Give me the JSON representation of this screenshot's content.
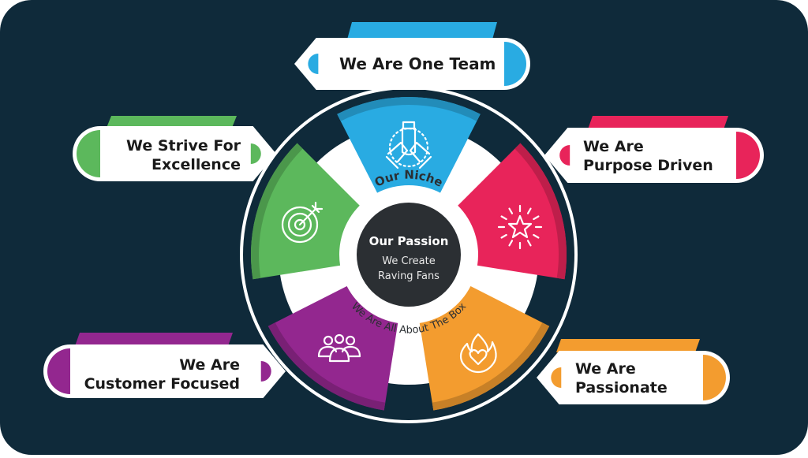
{
  "colors": {
    "background": "#0f2a3a",
    "team": "#29abe2",
    "purpose": "#e8245a",
    "passionate": "#f39c2f",
    "customer": "#93278f",
    "excellence": "#5cb85c",
    "center": "#2b2f33"
  },
  "center": {
    "title": "Our Passion",
    "line1": "We Create",
    "line2": "Raving Fans"
  },
  "arc_top": "Our Niche",
  "arc_bottom": "We Are All About The Box",
  "values": [
    {
      "id": "team",
      "line1": "We Are One Team",
      "line2": "",
      "icon": "teamwork-hands-icon"
    },
    {
      "id": "purpose",
      "line1": "We Are",
      "line2": "Purpose Driven",
      "icon": "star-burst-icon"
    },
    {
      "id": "passionate",
      "line1": "We Are",
      "line2": "Passionate",
      "icon": "flame-heart-icon"
    },
    {
      "id": "customer",
      "line1": "We Are",
      "line2": "Customer Focused",
      "icon": "people-group-icon"
    },
    {
      "id": "excellence",
      "line1": "We Strive For",
      "line2": "Excellence",
      "icon": "target-arrow-icon"
    }
  ]
}
